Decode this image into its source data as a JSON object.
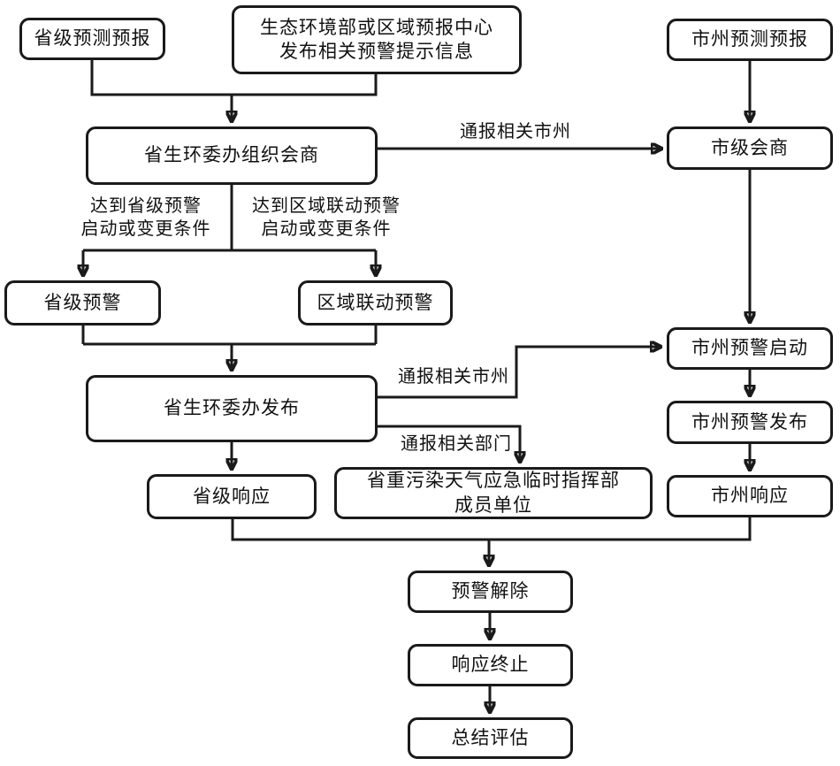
{
  "diagram": {
    "title_hint": "heavy-pollution-weather warning and response flowchart",
    "line_color": "#1a1a1a",
    "background_color": "#ffffff",
    "nodes": {
      "provincial_forecast": {
        "label": "省级预测预报"
      },
      "meb_warning_info": {
        "label": "生态环境部或区域预报中心\n发布相关预警提示信息"
      },
      "city_forecast": {
        "label": "市州预测预报"
      },
      "prov_committee_consultation": {
        "label": "省生环委办组织会商"
      },
      "city_consultation": {
        "label": "市级会商"
      },
      "provincial_warning": {
        "label": "省级预警"
      },
      "regional_joint_warning": {
        "label": "区域联动预警"
      },
      "prov_committee_release": {
        "label": "省生环委办发布"
      },
      "provincial_response": {
        "label": "省级响应"
      },
      "command_member_units": {
        "label": "省重污染天气应急临时指挥部\n成员单位"
      },
      "city_warning_start": {
        "label": "市州预警启动"
      },
      "city_warning_release": {
        "label": "市州预警发布"
      },
      "city_response": {
        "label": "市州响应"
      },
      "warning_lift": {
        "label": "预警解除"
      },
      "response_end": {
        "label": "响应终止"
      },
      "summary_evaluation": {
        "label": "总结评估"
      }
    },
    "edge_labels": {
      "notify_cities_top": {
        "label": "通报相关市州"
      },
      "provincial_warning_condition": {
        "label": "达到省级预警\n启动或变更条件"
      },
      "regional_warning_condition": {
        "label": "达到区域联动预警\n启动或变更条件"
      },
      "notify_cities_mid": {
        "label": "通报相关市州"
      },
      "notify_departments": {
        "label": "通报相关部门"
      }
    }
  }
}
